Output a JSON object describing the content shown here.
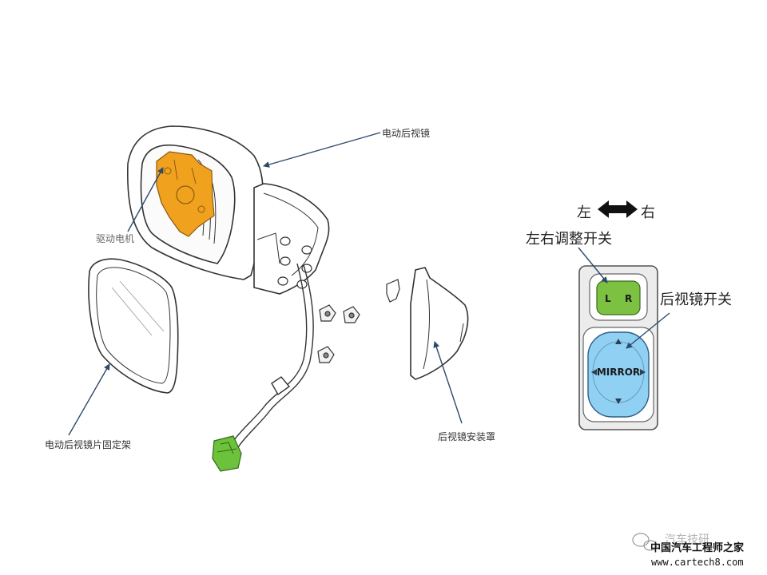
{
  "labels": {
    "power_mirror": "电动后视镜",
    "drive_motor": "驱动电机",
    "mirror_glass_holder": "电动后视镜片固定架",
    "mirror_cover": "后视镜安装罩",
    "left": "左",
    "right": "右",
    "lr_switch": "左右调整开关",
    "mirror_switch": "后视镜开关"
  },
  "switch_panel": {
    "l_key": "L",
    "r_key": "R",
    "mirror_text": "MIRROR"
  },
  "watermark": {
    "cn_line1": "汽车技研",
    "cn_line2": "中国汽车工程师之家",
    "url": "www.cartech8.com"
  },
  "colors": {
    "motor": "#f0a21e",
    "connector": "#6cc23a",
    "lr_switch": "#7dc142",
    "mirror_switch": "#8fd0f3",
    "panel": "#ececec"
  }
}
